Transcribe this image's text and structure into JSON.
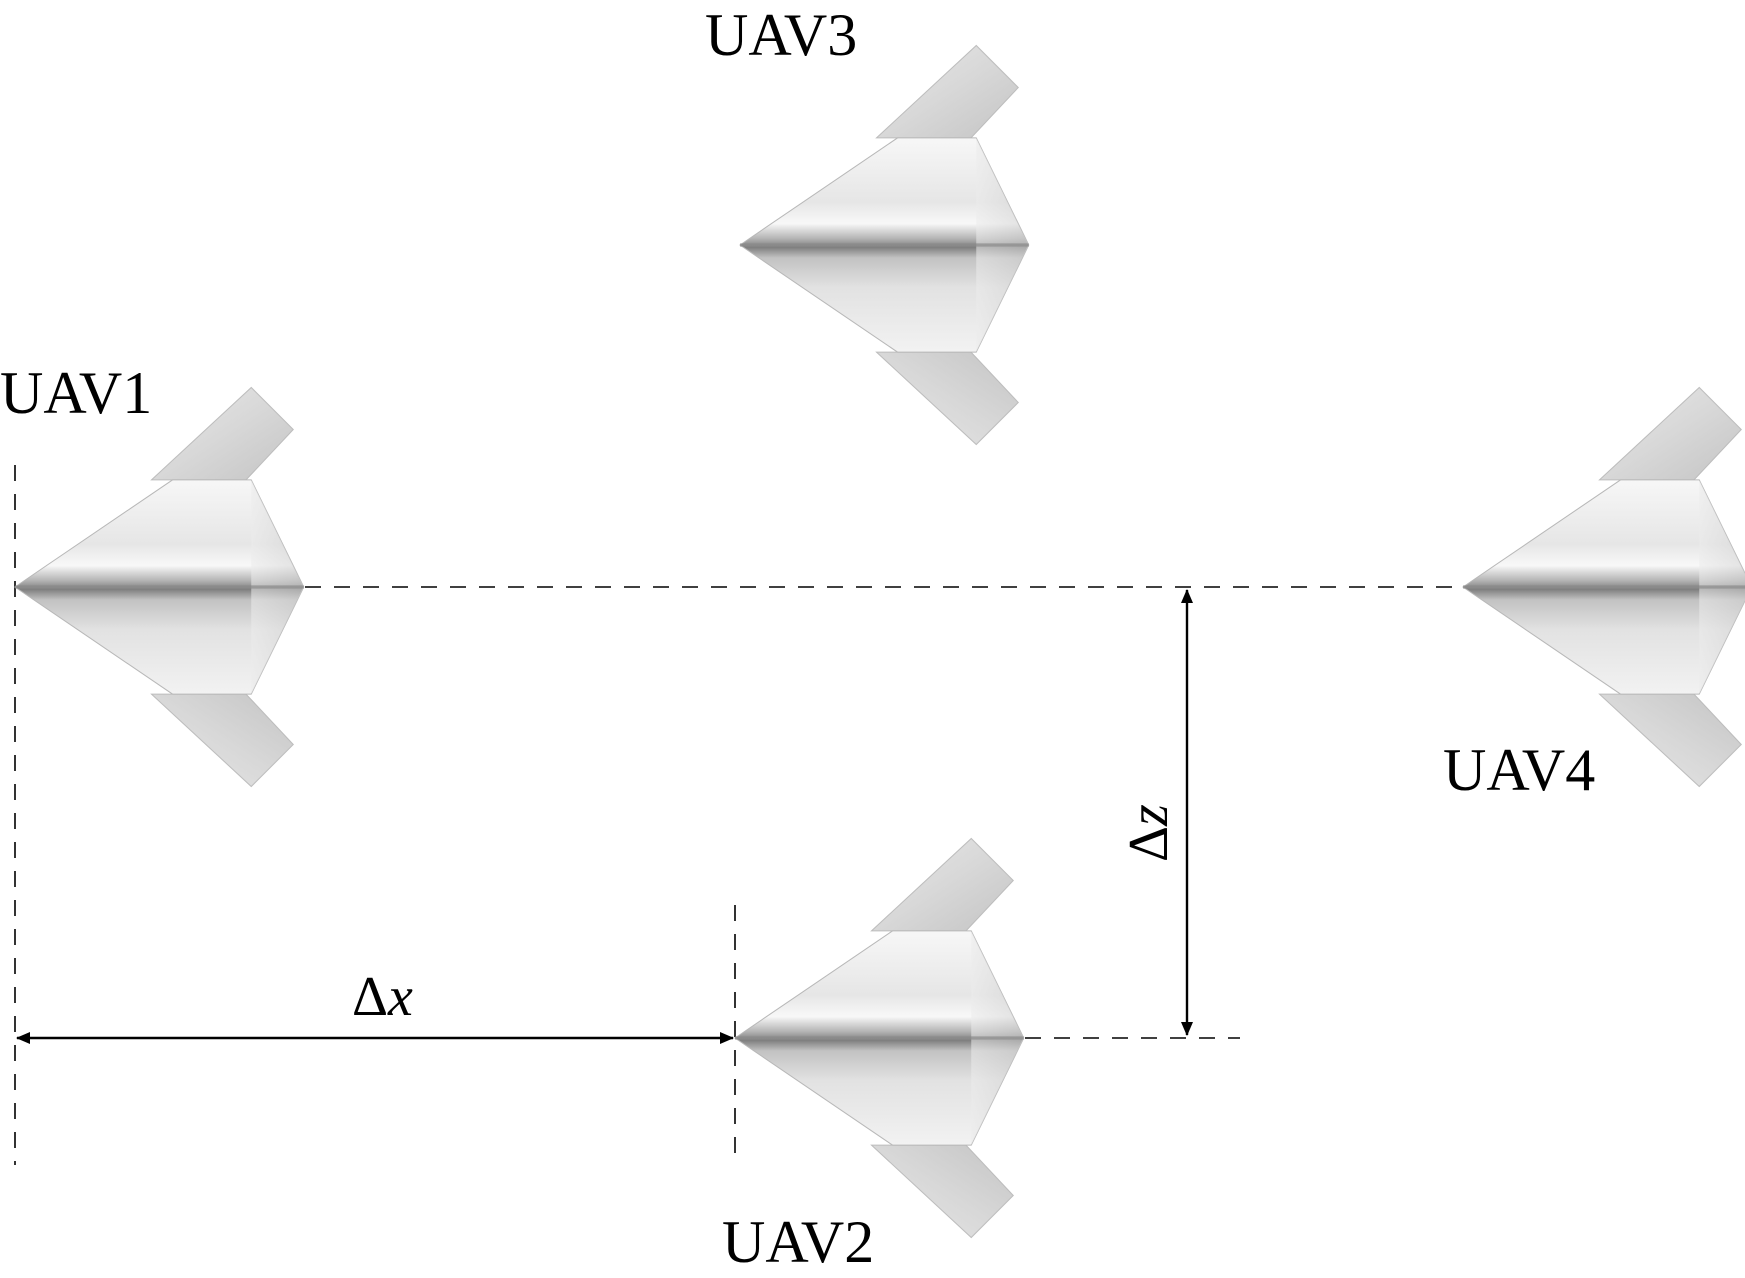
{
  "uavs": [
    {
      "id": "uav1",
      "label": "UAV1"
    },
    {
      "id": "uav2",
      "label": "UAV2"
    },
    {
      "id": "uav3",
      "label": "UAV3"
    },
    {
      "id": "uav4",
      "label": "UAV4"
    }
  ],
  "dimensions": {
    "dx": {
      "symbol": "Δ",
      "variable": "x"
    },
    "dz": {
      "symbol": "Δ",
      "variable": "z"
    }
  },
  "colors": {
    "line": "#000000",
    "aircraft_light": "#f4f4f4",
    "aircraft_mid": "#d6d6d6",
    "aircraft_dark": "#8e8e8e"
  }
}
